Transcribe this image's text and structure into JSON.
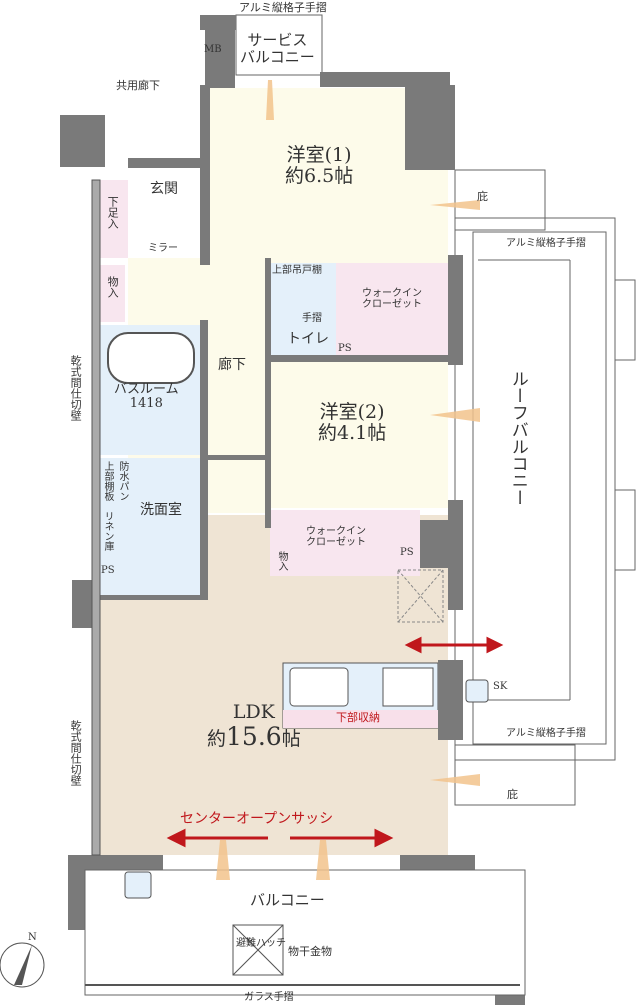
{
  "rooms": {
    "western1": {
      "name": "洋室(1)",
      "size": "約6.5帖"
    },
    "western2": {
      "name": "洋室(2)",
      "size": "約4.1帖"
    },
    "ldk": {
      "name": "LDK",
      "size_prefix": "約",
      "size_value": "15.6",
      "size_suffix": "帖"
    },
    "entrance": "玄関",
    "hallway": "廊下",
    "bathroom": {
      "name": "バスルーム",
      "size": "1418"
    },
    "washroom": "洗面室",
    "toilet": "トイレ",
    "wic1": {
      "line1": "ウォークイン",
      "line2": "クローゼット"
    },
    "wic2": {
      "line1": "ウォークイン",
      "line2": "クローゼット"
    },
    "service_balcony": {
      "line1": "サービス",
      "line2": "バルコニー"
    },
    "roof_balcony": "ルーフバルコニー",
    "balcony": "バルコニー"
  },
  "labels": {
    "mb": "MB",
    "common_corridor": "共用廊下",
    "shoe_storage": "下足入",
    "mirror": "ミラー",
    "storage": "物入",
    "storage2": "物入",
    "upper_cabinet": "上部吊戸棚",
    "handrail": "手摺",
    "ps1": "PS",
    "ps2": "PS",
    "ps3": "PS",
    "dry_wall_upper": "乾式間仕切壁",
    "dry_wall_lower": "乾式間仕切壁",
    "upper_shelf": "上部棚板",
    "waterproof_pan": "防水パン",
    "linen": "リネン庫",
    "eaves_top": "庇",
    "eaves_bottom": "庇",
    "alu_rail_top": "アルミ縦格子手摺",
    "alu_rail_right_top": "アルミ縦格子手摺",
    "alu_rail_right_bottom": "アルミ縦格子手摺",
    "sk": "SK",
    "under_storage": "下部収納",
    "center_open_sash": "センターオープンサッシ",
    "escape_hatch": "避難ハッチ",
    "laundry_hanger": "物干金物",
    "glass_rail": "ガラス手摺",
    "north": "N"
  },
  "colors": {
    "wall": "#7a7a7a",
    "western": "#fdfbea",
    "wet": "#e4f0fa",
    "closet": "#f8e6ef",
    "ldk": "#efe4d4",
    "accent_red": "#c0171c"
  }
}
